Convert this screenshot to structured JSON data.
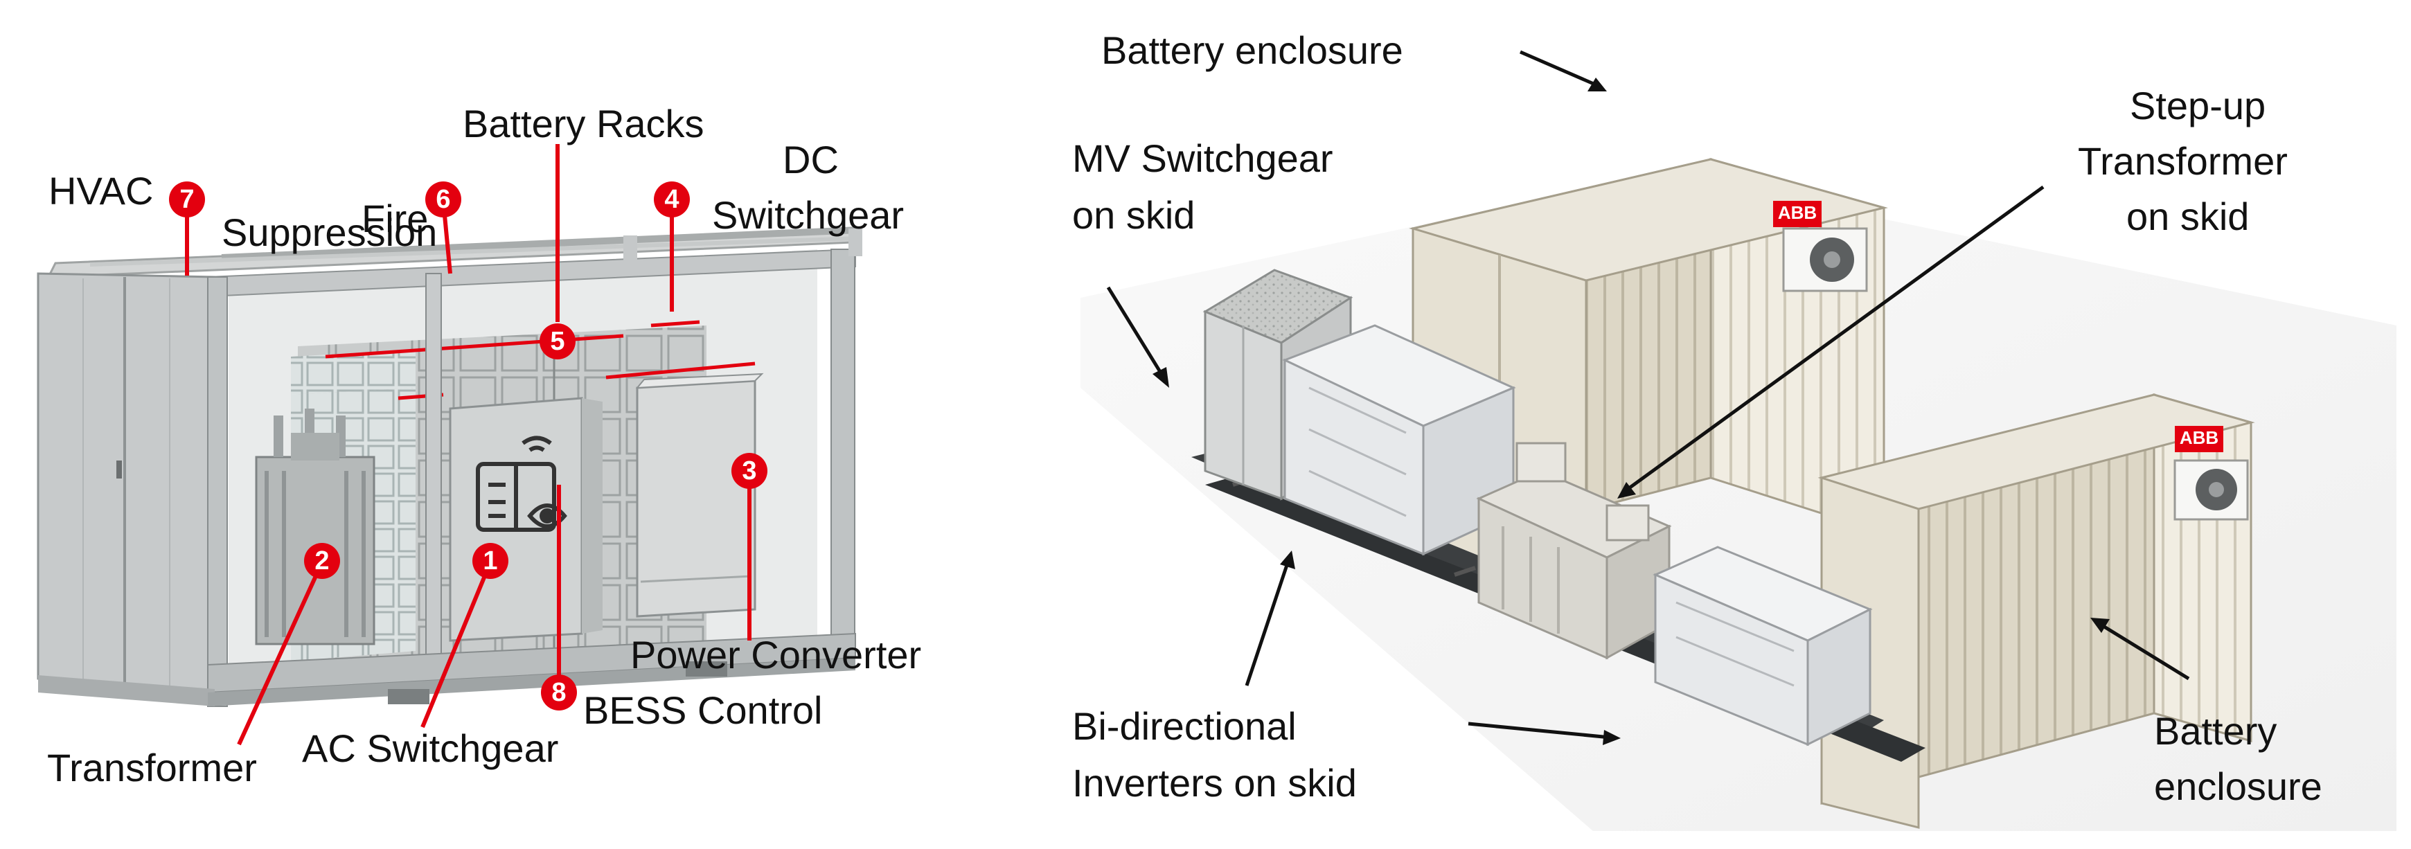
{
  "left_panel": {
    "labels": {
      "hvac": "HVAC",
      "fire_1": "Fire",
      "fire_2": "Suppression",
      "battery_racks": "Battery Racks",
      "dc_1": "DC",
      "dc_2": "Switchgear",
      "power_converter": "Power Converter",
      "bess_control": "BESS Control",
      "ac_switchgear": "AC Switchgear",
      "transformer": "Transformer"
    },
    "badges": [
      "1",
      "2",
      "3",
      "4",
      "5",
      "6",
      "7",
      "8"
    ],
    "accent_color": "#e3000f"
  },
  "right_panel": {
    "labels": {
      "battery_top": "Battery enclosure",
      "mv_1": "MV Switchgear",
      "mv_2": "on skid",
      "stepup_1": "Step-up",
      "stepup_2": "Transformer",
      "stepup_3": "on skid",
      "inv_1": "Bi-directional",
      "inv_2": "Inverters on skid",
      "battery_bottom_1": "Battery",
      "battery_bottom_2": "enclosure"
    },
    "brand": "ABB"
  }
}
